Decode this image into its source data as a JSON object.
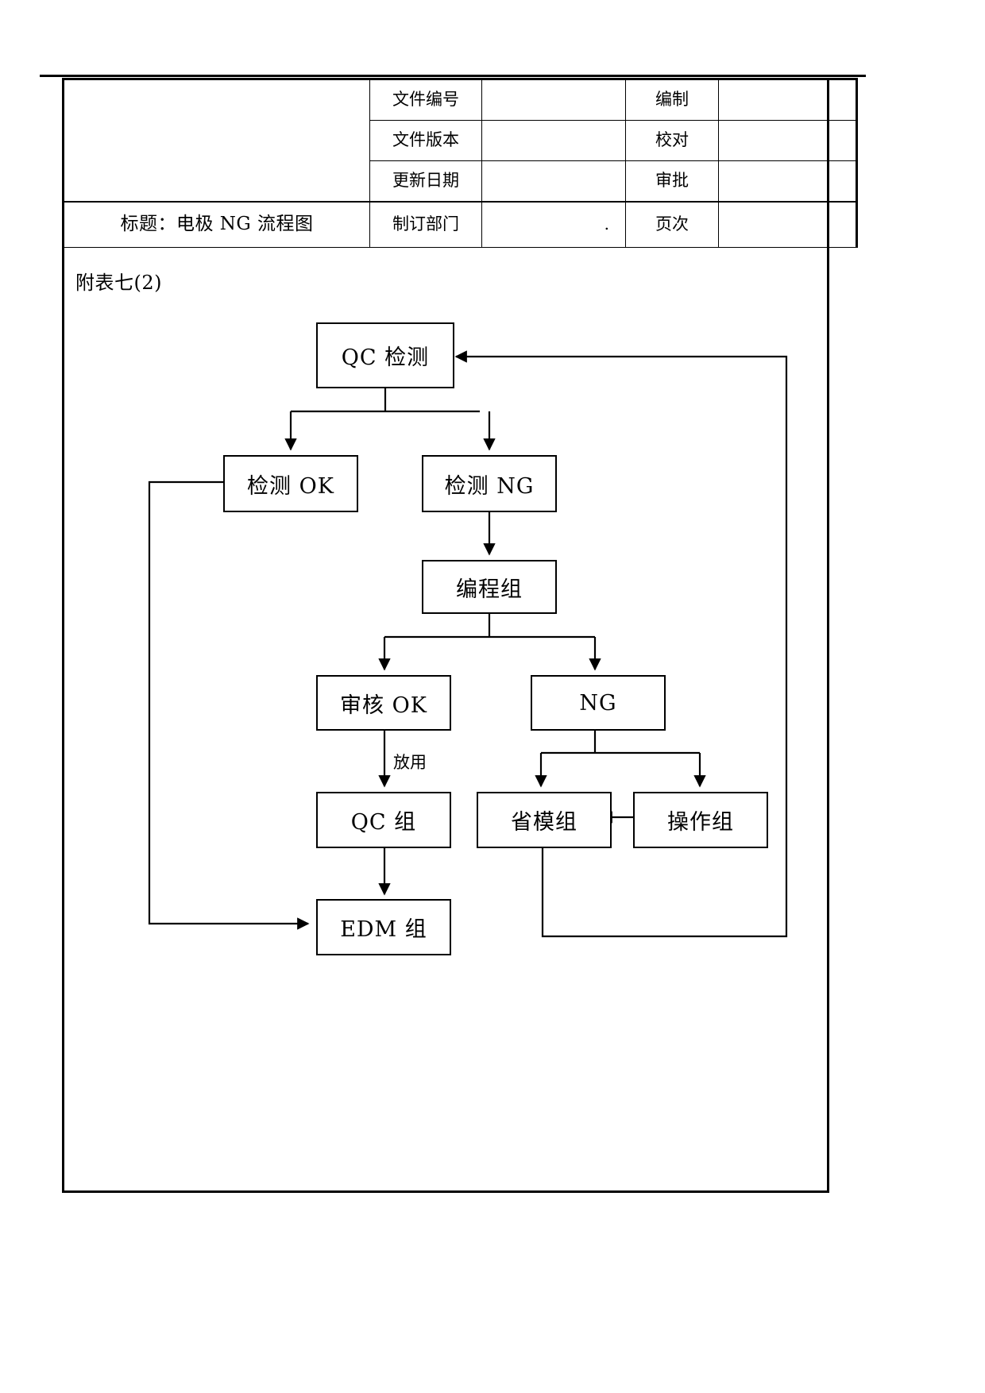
{
  "document": {
    "sub_label": "附表七(2)",
    "header_rows": [
      {
        "label": "文件编号",
        "value": "",
        "label2": "编制",
        "value2": ""
      },
      {
        "label": "文件版本",
        "value": "",
        "label2": "校对",
        "value2": ""
      },
      {
        "label": "更新日期",
        "value": "",
        "label2": "审批",
        "value2": ""
      }
    ],
    "title_row": {
      "title": "标题：电极 NG 流程图",
      "label": "制订部门",
      "value": ".",
      "label2": "页次",
      "value2": ""
    }
  },
  "flowchart": {
    "nodes": [
      {
        "id": "qc-jiance",
        "label": "QC 检测"
      },
      {
        "id": "jiance-ok",
        "label": "检测 OK"
      },
      {
        "id": "jiance-ng",
        "label": "检测 NG"
      },
      {
        "id": "biancheng",
        "label": "编程组"
      },
      {
        "id": "shenhe-ok",
        "label": "审核 OK"
      },
      {
        "id": "ng",
        "label": "NG"
      },
      {
        "id": "qc-zu",
        "label": "QC 组"
      },
      {
        "id": "shengmo",
        "label": "省模组"
      },
      {
        "id": "caozuo",
        "label": "操作组"
      },
      {
        "id": "edm",
        "label": "EDM 组"
      }
    ],
    "edge_labels": [
      {
        "id": "fangyong",
        "label": "放用"
      }
    ]
  },
  "colors": {
    "ink": "#000000",
    "paper": "#ffffff"
  }
}
